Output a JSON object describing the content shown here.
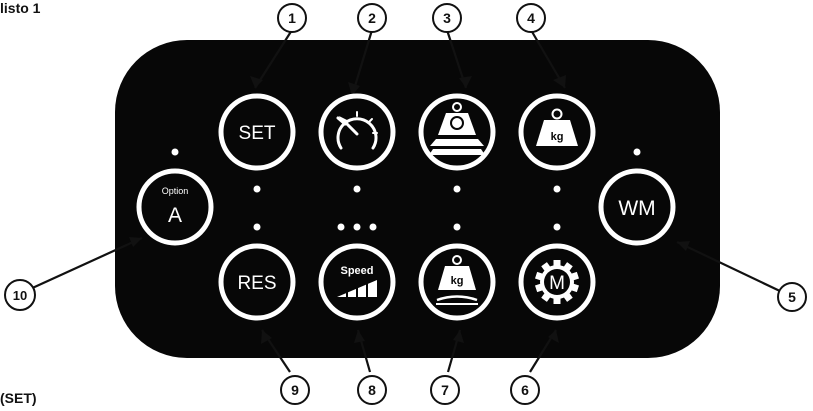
{
  "header_fragment": "listo 1",
  "footer_fragment": "(SET)",
  "colors": {
    "panel": "#070707",
    "ring": "#ffffff",
    "led": "#ffffff",
    "callout_stroke": "#111111",
    "background": "#ffffff"
  },
  "buttons": [
    {
      "id": "set",
      "label": "SET",
      "icon": "text-label"
    },
    {
      "id": "cruise",
      "label": "",
      "icon": "speedometer-icon"
    },
    {
      "id": "tilt-load",
      "label": "",
      "icon": "tilt-platform-weight-icon"
    },
    {
      "id": "weight",
      "label": "kg",
      "icon": "weight-kg-icon"
    },
    {
      "id": "wm",
      "label": "WM",
      "icon": "text-label"
    },
    {
      "id": "mode",
      "label": "M",
      "icon": "gear-m-icon"
    },
    {
      "id": "weigh-platform",
      "label": "kg",
      "icon": "weight-scale-icon"
    },
    {
      "id": "speed",
      "label": "Speed",
      "icon": "speed-bars-icon"
    },
    {
      "id": "res",
      "label": "RES",
      "icon": "text-label"
    },
    {
      "id": "option-a",
      "label": "A",
      "sublabel": "Option",
      "icon": "text-label"
    }
  ],
  "callouts": [
    "1",
    "2",
    "3",
    "4",
    "5",
    "6",
    "7",
    "8",
    "9",
    "10"
  ]
}
